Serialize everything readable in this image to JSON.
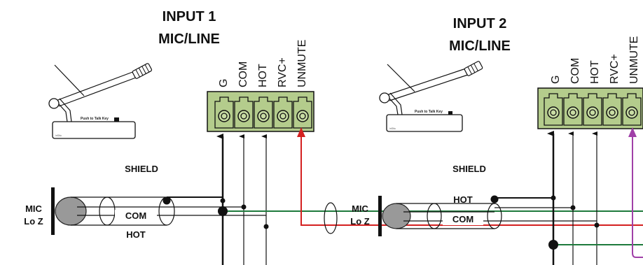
{
  "colors": {
    "terminal_fill": "#b4cc8c",
    "ground_wire": "#1e7a3c",
    "unmute_wire": "#d42020",
    "unmute_wire_2": "#a040a8",
    "capsule": "#999999"
  },
  "inputs": [
    {
      "title_line1": "INPUT 1",
      "title_line2": "MIC/LINE",
      "pins": [
        "G",
        "COM",
        "HOT",
        "RVC+",
        "UNMUTE"
      ],
      "mic_label_line1": "MIC",
      "mic_label_line2": "Lo Z",
      "shield_label": "SHIELD",
      "com_label": "COM",
      "hot_label": "HOT",
      "ptt_label": "Push to Talk Key",
      "brand": "inSitu"
    },
    {
      "title_line1": "INPUT 2",
      "title_line2": "MIC/LINE",
      "pins": [
        "G",
        "COM",
        "HOT",
        "RVC+",
        "UNMUTE"
      ],
      "mic_label_line1": "MIC",
      "mic_label_line2": "Lo Z",
      "shield_label": "SHIELD",
      "com_label": "COM",
      "hot_label": "HOT",
      "ptt_label": "Push to Talk Key",
      "brand": "inSitu"
    }
  ]
}
